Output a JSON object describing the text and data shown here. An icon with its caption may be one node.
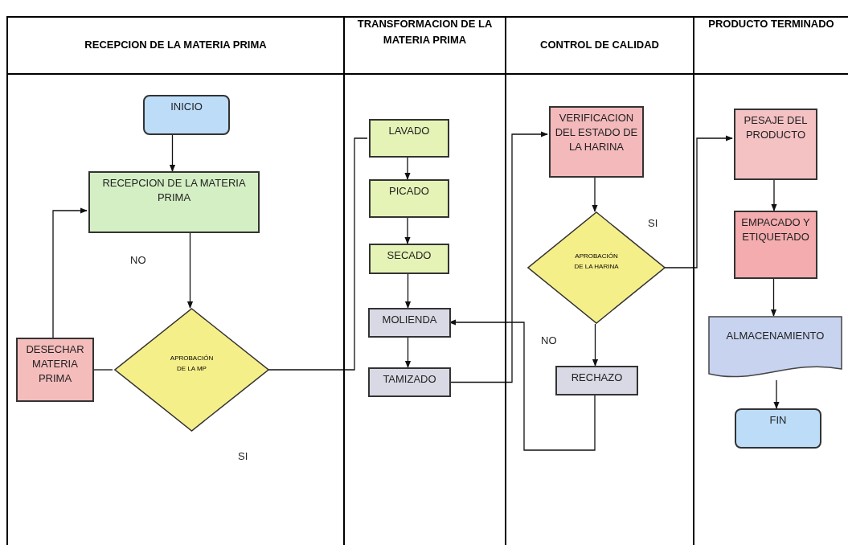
{
  "diagram": {
    "nodes": [
      {
        "text": [
          "RECEPCION DE LA MATERIA PRIMA"
        ]
      },
      {
        "text": [
          "TRANSFORMACION DE LA MATERIA PRIMA"
        ]
      },
      {
        "text": [
          "CONTROL DE CALIDAD"
        ]
      },
      {
        "text": [
          "PRODUCTO TERMINADO"
        ]
      },
      {
        "text": [
          "INICIO"
        ],
        "in": 0
      },
      {
        "text": [
          "RECEPCION DE LA MATERIA PRIMA"
        ],
        "in": 0
      },
      {
        "text": [
          "DESECHAR MATERIA PRIMA"
        ],
        "in": 0
      },
      {
        "text": [
          "APROBACIÓN DE LA MP"
        ],
        "in": 0
      },
      {
        "text": [
          "LAVADO"
        ],
        "in": 1
      },
      {
        "text": [
          "PICADO"
        ],
        "in": 1
      },
      {
        "text": [
          "SECADO"
        ],
        "in": 1
      },
      {
        "text": [
          "MOLIENDA"
        ],
        "in": 1
      },
      {
        "text": [
          "TAMIZADO"
        ],
        "in": 1
      },
      {
        "text": [
          "VERIFICACION DEL ESTADO DE LA HARINA"
        ],
        "in": 2
      },
      {
        "text": [
          "APROBACIÓN DE LA HARINA"
        ],
        "in": 2
      },
      {
        "text": [
          "RECHAZO"
        ],
        "in": 2
      },
      {
        "text": [
          "PESAJE DEL PRODUCTO"
        ],
        "in": 3
      },
      {
        "text": [
          "EMPACADO Y ETIQUETADO"
        ],
        "in": 3
      },
      {
        "text": [
          "ALMACENAMIENTO"
        ],
        "in": 3
      },
      {
        "text": [
          "FIN"
        ],
        "in": 3
      }
    ],
    "edges": [
      {
        "from": 4,
        "to": 5,
        "arrow": "to"
      },
      {
        "from": 5,
        "to": 7,
        "arrow": "to"
      },
      {
        "from": 7,
        "to": 6,
        "arrow": "none"
      },
      {
        "from": 6,
        "to": 5,
        "arrow": "to"
      },
      {
        "from": 7,
        "to": 8,
        "arrow": "none"
      },
      {
        "from": 8,
        "to": 9,
        "arrow": "to"
      },
      {
        "from": 9,
        "to": 10,
        "arrow": "to"
      },
      {
        "from": 10,
        "to": 11,
        "arrow": "to"
      },
      {
        "from": 11,
        "to": 12,
        "arrow": "to"
      },
      {
        "from": 12,
        "to": 13,
        "arrow": "to"
      },
      {
        "from": 13,
        "to": 14,
        "arrow": "to"
      },
      {
        "from": 14,
        "to": 15,
        "arrow": "to"
      },
      {
        "from": 15,
        "to": 11,
        "arrow": "to"
      },
      {
        "from": 14,
        "to": 16,
        "arrow": "to"
      },
      {
        "from": 16,
        "to": 17,
        "arrow": "to"
      },
      {
        "from": 17,
        "to": 18,
        "arrow": "to"
      },
      {
        "from": 18,
        "to": 19,
        "arrow": "to"
      }
    ],
    "labels": [
      "NO",
      "SI",
      "SI",
      "NO"
    ]
  }
}
